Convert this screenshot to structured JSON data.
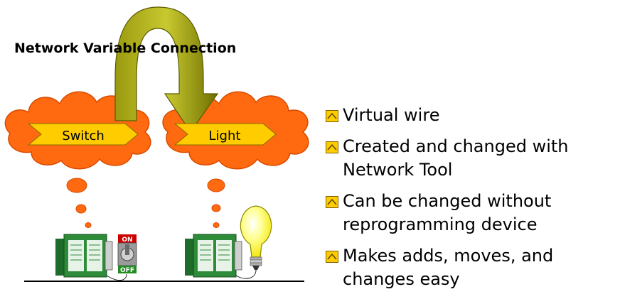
{
  "title": "Network Variable Connection",
  "nodes": {
    "left_label": "Switch",
    "right_label": "Light"
  },
  "device_labels": {
    "switch_on": "ON",
    "switch_off": "OFF"
  },
  "bullets": [
    "Virtual wire",
    "Created and changed with Network Tool",
    "Can be changed without reprogramming device",
    "Makes adds, moves, and changes easy"
  ],
  "colors": {
    "cloud": "#FF6A10",
    "cloud_outline": "#D94A00",
    "arrow_label": "#FFCC00",
    "arc_arrow": "#808000",
    "bullet_icon": "#FFCC00",
    "device_body": "#2E8B3A",
    "bulb": "#FFFF66"
  },
  "icons": [
    "cloud-shape",
    "chevron-arrow",
    "curved-arrow",
    "toggle-switch-icon",
    "light-bulb-icon",
    "device-module-icon",
    "bullet-chevron-icon"
  ]
}
